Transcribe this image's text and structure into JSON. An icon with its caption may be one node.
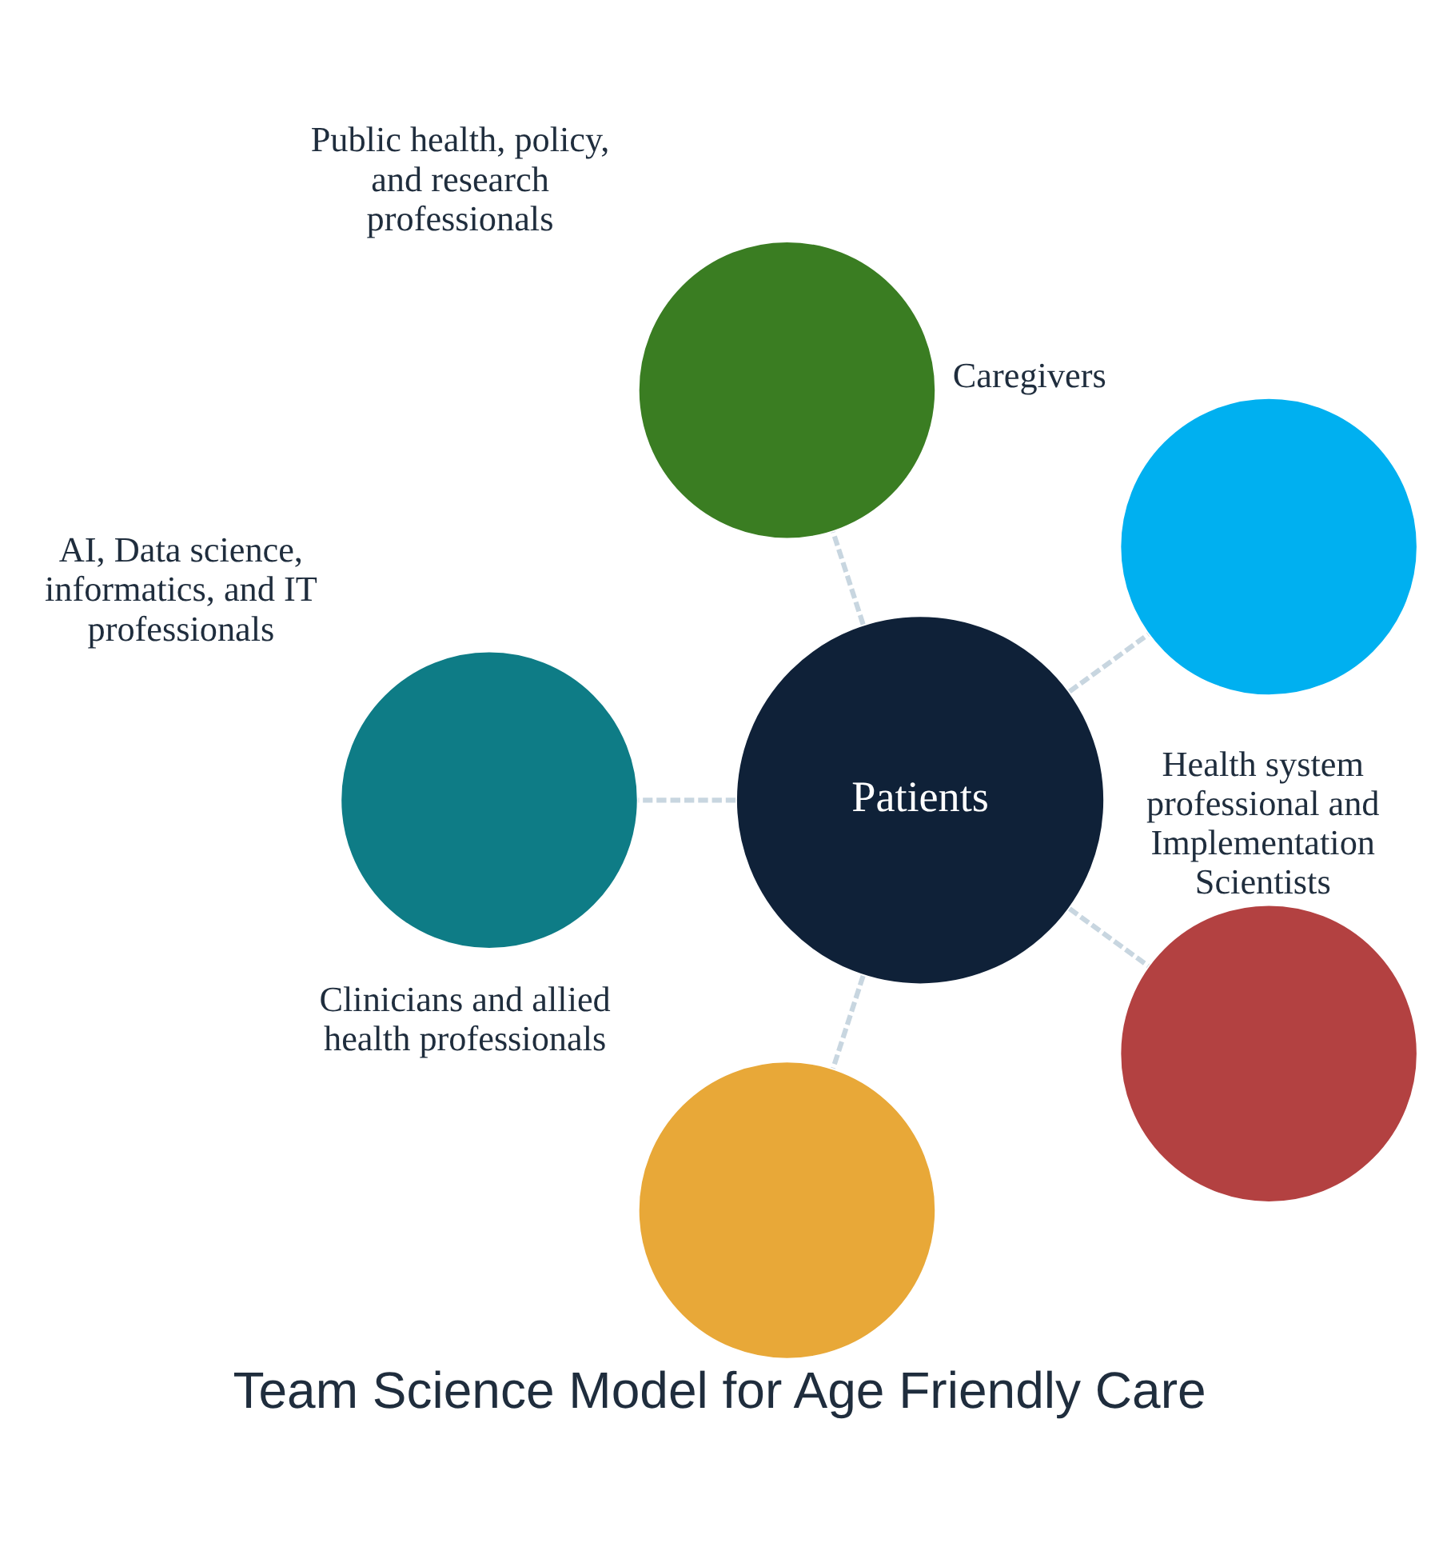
{
  "diagram": {
    "title": "Team Science Model for Age Friendly Care",
    "nodes": [
      {
        "text": [
          "Caregivers"
        ]
      },
      {
        "text": [
          "Public health, policy, and research professionals"
        ]
      },
      {
        "text": [
          "Patients"
        ]
      },
      {
        "text": [
          "AI, Data science, informatics, and IT professionals"
        ]
      },
      {
        "text": [
          "Clinicians and allied health professionals"
        ]
      },
      {
        "text": [
          "Health system professional and Implementation Scientists"
        ]
      }
    ],
    "edges": [
      {
        "from": 2,
        "to": 0,
        "arrow": "none",
        "style": "dashed"
      },
      {
        "from": 2,
        "to": 1,
        "arrow": "none",
        "style": "dashed"
      },
      {
        "from": 2,
        "to": 3,
        "arrow": "none",
        "style": "dashed"
      },
      {
        "from": 2,
        "to": 4,
        "arrow": "none",
        "style": "dashed"
      },
      {
        "from": 2,
        "to": 5,
        "arrow": "none",
        "style": "dashed"
      }
    ]
  }
}
